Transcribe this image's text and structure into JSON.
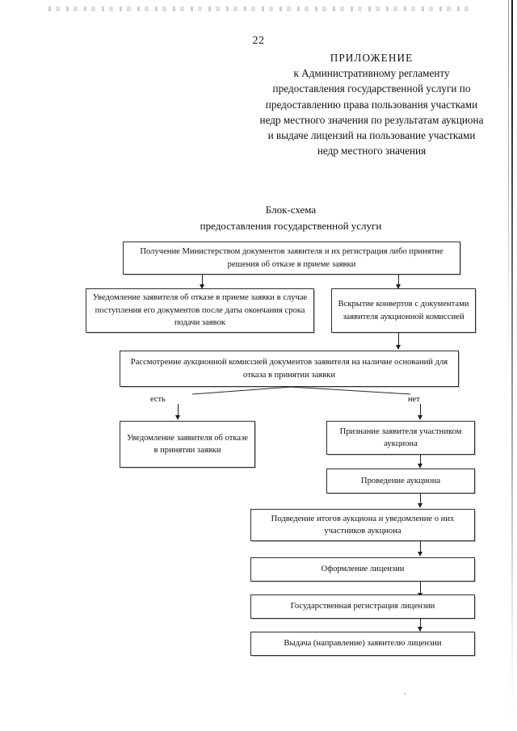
{
  "document": {
    "page_number": "22",
    "heading": {
      "line1": "ПРИЛОЖЕНИЕ",
      "body": "к Административному регламенту предоставления государственной услуги по предоставлению права пользования участками недр местного значения по результатам аукциона и выдаче лицензий на пользование участками недр местного значения"
    },
    "flowchart_title": {
      "line1": "Блок-схема",
      "line2": "предоставления государственной услуги"
    }
  },
  "flowchart": {
    "nodes": [
      {
        "id": "receive",
        "text": "Получение Министерством документов заявителя и их регистрация либо принятие решения об отказе в приеме заявки"
      },
      {
        "id": "refuse-late",
        "text": "Уведомление заявителя об отказе в приеме заявки в случае поступления его документов после даты окончания срока подачи заявок"
      },
      {
        "id": "open-envelopes",
        "text": "Вскрытие конвертов с документами заявителя аукционной комиссией"
      },
      {
        "id": "review",
        "text": "Рассмотрение аукционной комиссией документов заявителя на наличие оснований для  отказа в принятии заявки"
      },
      {
        "id": "notify-refusal",
        "text": "Уведомление заявителя об отказе в принятии заявки"
      },
      {
        "id": "recognize-participant",
        "text": "Признание заявителя участником аукциона"
      },
      {
        "id": "hold-auction",
        "text": "Проведение аукциона"
      },
      {
        "id": "auction-results",
        "text": "Подведение итогов аукциона и уведомление о них участников аукциона"
      },
      {
        "id": "issue-license-prep",
        "text": "Оформление лицензии"
      },
      {
        "id": "state-registration",
        "text": "Государственная регистрация лицензии"
      },
      {
        "id": "deliver-license",
        "text": "Выдача (направление) заявителю лицензии"
      }
    ],
    "branch_labels": {
      "yes": "есть",
      "no": "нет"
    }
  }
}
